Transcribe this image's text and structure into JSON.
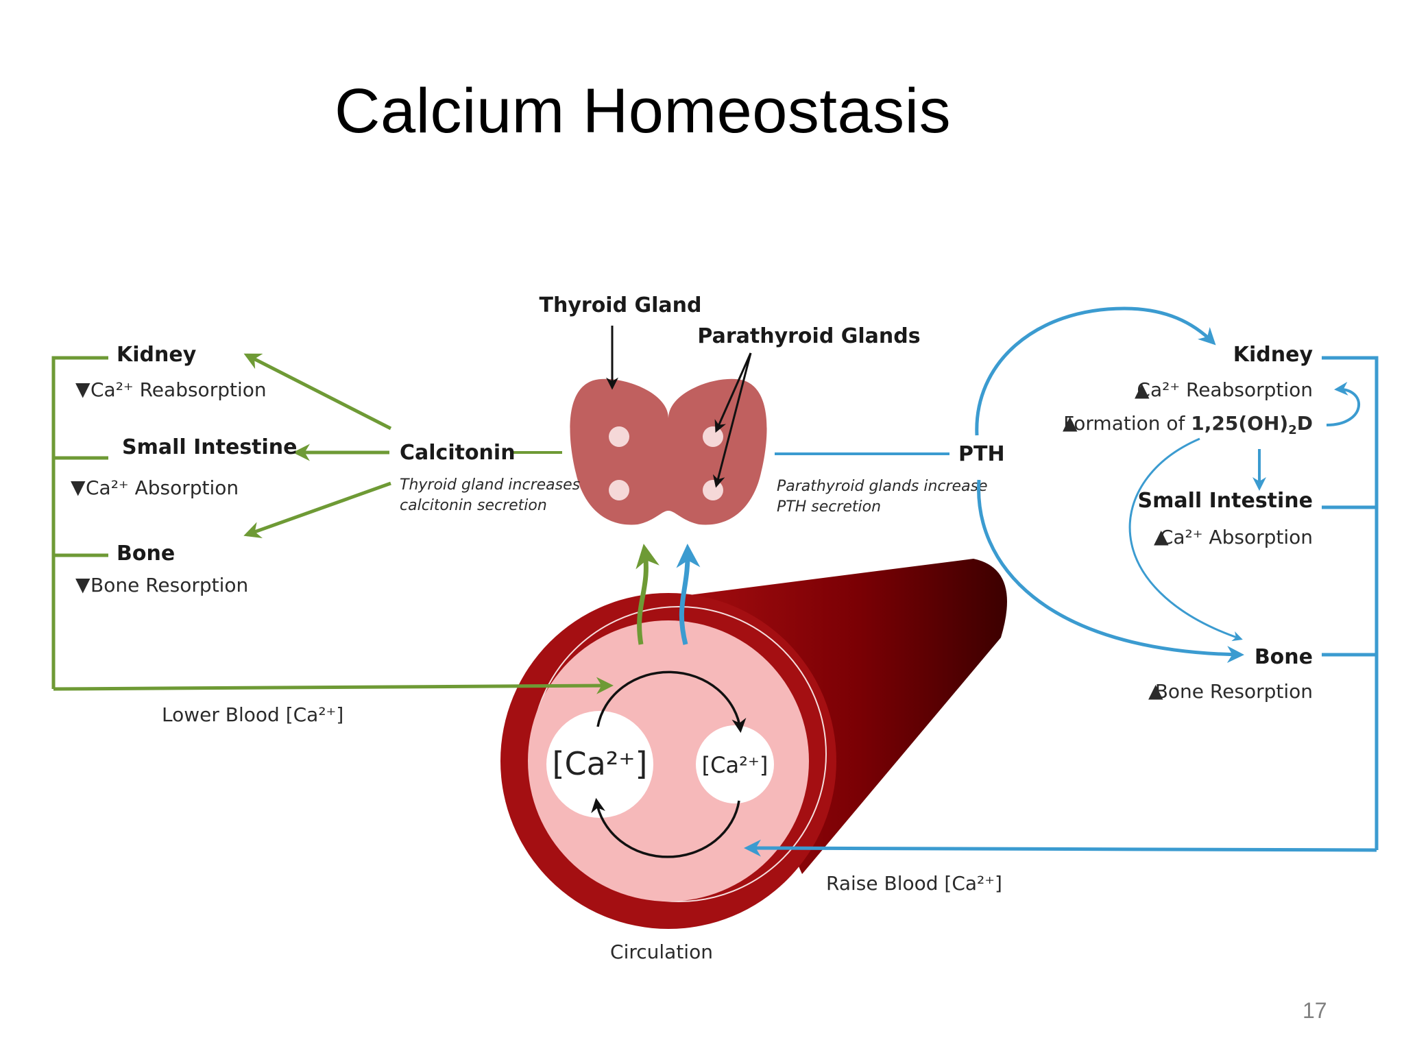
{
  "title": "Calcium Homeostasis",
  "slide_number": "17",
  "colors": {
    "green": "#6e9a35",
    "blue": "#3b9bd0",
    "vessel_dark": "#8b0000",
    "vessel_light": "#f7b8b8",
    "thyroid": "#c0605f"
  },
  "center": {
    "thyroid_gland": "Thyroid Gland",
    "parathyroid_glands": "Parathyroid Glands",
    "circulation": "Circulation",
    "ca_high": "[Ca²⁺]",
    "ca_low": "[Ca²⁺]"
  },
  "left": {
    "hormone": "Calcitonin",
    "note_line1": "Thyroid gland increases",
    "note_line2": "calcitonin secretion",
    "kidney": "Kidney",
    "kidney_effect": "Ca²⁺ Reabsorption",
    "small_intestine": "Small Intestine",
    "small_intestine_effect": "Ca²⁺ Absorption",
    "bone": "Bone",
    "bone_effect": "Bone Resorption",
    "result": "Lower Blood [Ca²⁺]",
    "arrow_symbol": "▼"
  },
  "right": {
    "hormone": "PTH",
    "note_line1": "Parathyroid glands increase",
    "note_line2": "PTH secretion",
    "kidney": "Kidney",
    "kidney_effect": "Ca²⁺ Reabsorption",
    "kidney_effect2_prefix": "Formation of ",
    "kidney_effect2_bold": "1,25(OH)",
    "kidney_effect2_sub": "2",
    "kidney_effect2_end": "D",
    "small_intestine": "Small Intestine",
    "small_intestine_effect": "Ca²⁺ Absorption",
    "bone": "Bone",
    "bone_effect": "Bone Resorption",
    "result": "Raise Blood [Ca²⁺]",
    "arrow_symbol": "▲"
  }
}
